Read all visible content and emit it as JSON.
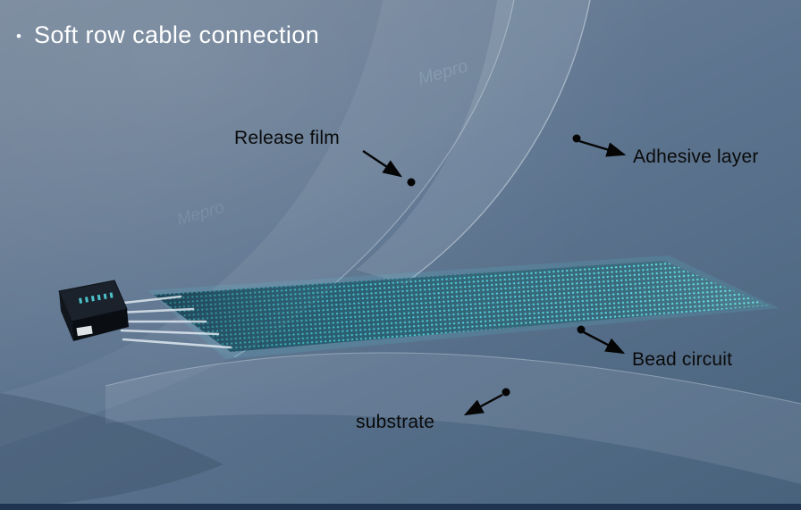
{
  "title": {
    "bullet": "•",
    "text": "Soft row cable connection"
  },
  "watermark": {
    "text": "Mepro"
  },
  "labels": {
    "release_film": "Release film",
    "adhesive_layer": "Adhesive layer",
    "bead_circuit": "Bead circuit",
    "substrate": "substrate"
  },
  "colors": {
    "background_top": "#77879b",
    "background_mid": "#5e7590",
    "background_bottom": "#48627c",
    "accent_cyan": "#55dde6",
    "title_text": "#ffffff",
    "label_text": "#0a0a0a",
    "bottom_bar": "#1e3450",
    "watermark": "#a8c6d8"
  }
}
